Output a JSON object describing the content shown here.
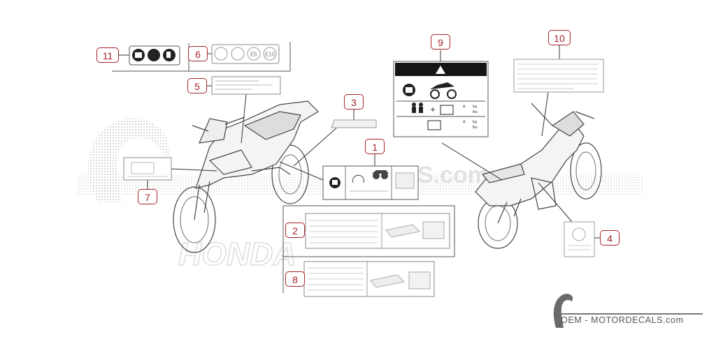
{
  "callouts": [
    {
      "id": "1",
      "label": "1"
    },
    {
      "id": "2",
      "label": "2"
    },
    {
      "id": "3",
      "label": "3"
    },
    {
      "id": "4",
      "label": "4"
    },
    {
      "id": "5",
      "label": "5"
    },
    {
      "id": "6",
      "label": "6"
    },
    {
      "id": "7",
      "label": "7"
    },
    {
      "id": "8",
      "label": "8"
    },
    {
      "id": "9",
      "label": "9"
    },
    {
      "id": "10",
      "label": "10"
    },
    {
      "id": "11",
      "label": "11"
    }
  ],
  "decal_text": {
    "e5": "E5",
    "e10": "E10",
    "kg_1": "kg",
    "lbs_1": "lbs",
    "kg_2": "kg",
    "lbs_2": "lbs",
    "amp_1": "&",
    "amp_2": "&",
    "plus": "+"
  },
  "watermark": {
    "text": "OEM - MOTORDECALS.com",
    "bg_brand": "HONDA",
    "bg_site": "DECALS.com"
  },
  "colors": {
    "callout": "#a8242b",
    "line": "#333333",
    "watermark": "#cccccc"
  }
}
